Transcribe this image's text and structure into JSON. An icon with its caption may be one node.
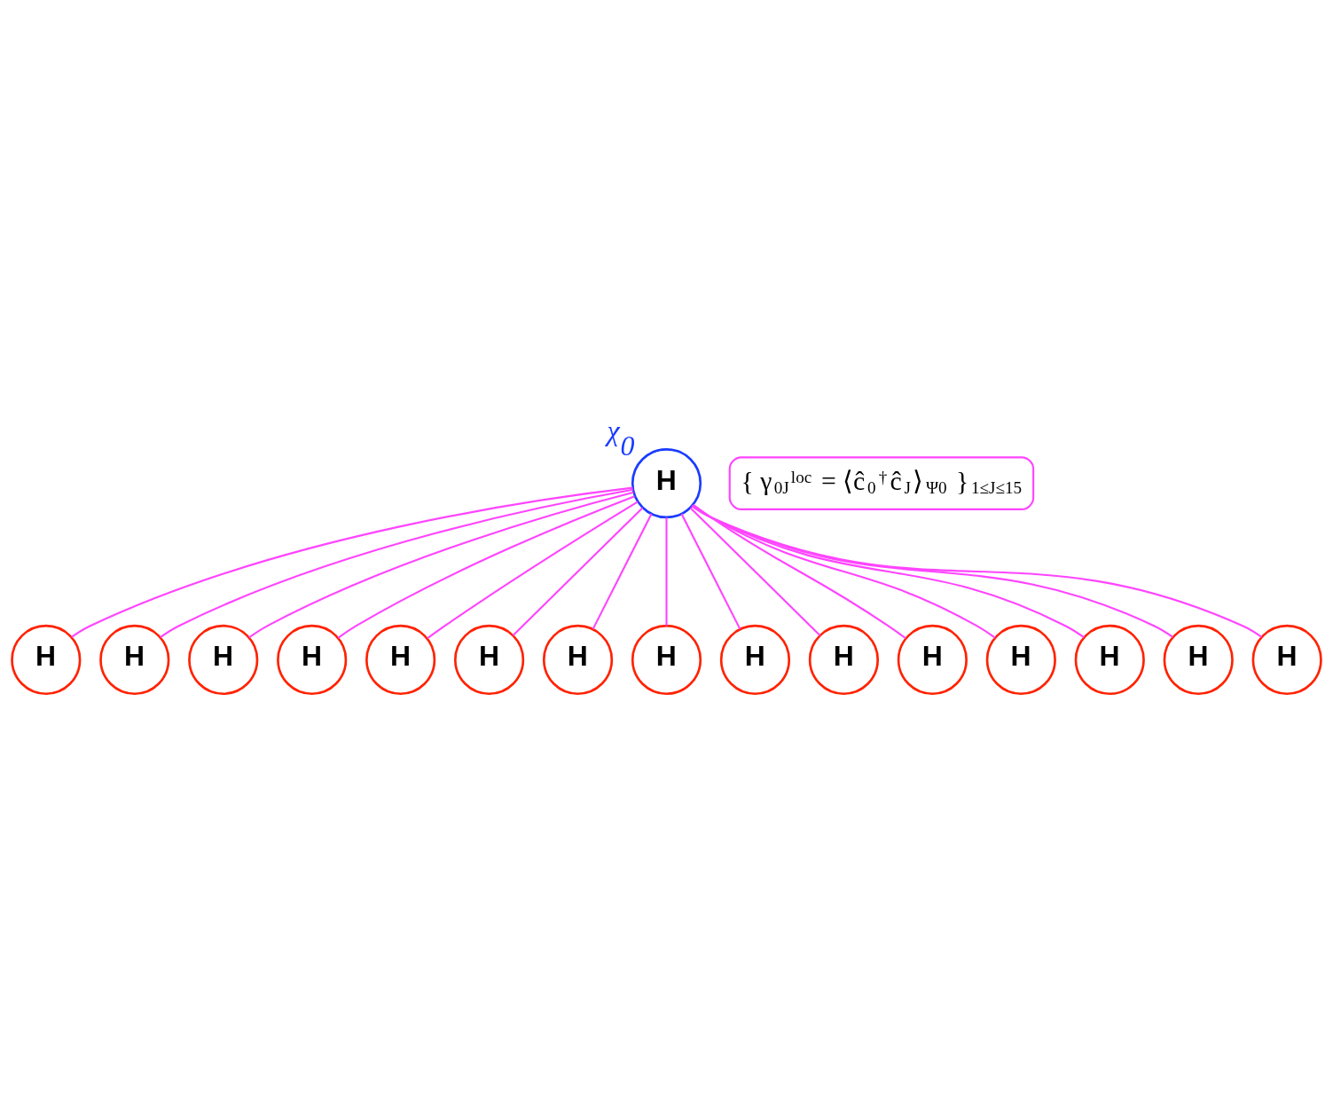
{
  "diagram": {
    "nodes": [
      {
        "text": [
          "H"
        ],
        "beside": [
          "χ$_{0}$"
        ]
      },
      {
        "text": [
          "H"
        ]
      },
      {
        "text": [
          "H"
        ]
      },
      {
        "text": [
          "H"
        ]
      },
      {
        "text": [
          "H"
        ]
      },
      {
        "text": [
          "H"
        ]
      },
      {
        "text": [
          "H"
        ]
      },
      {
        "text": [
          "H"
        ]
      },
      {
        "text": [
          "H"
        ]
      },
      {
        "text": [
          "H"
        ]
      },
      {
        "text": [
          "H"
        ]
      },
      {
        "text": [
          "H"
        ]
      },
      {
        "text": [
          "H"
        ]
      },
      {
        "text": [
          "H"
        ]
      },
      {
        "text": [
          "H"
        ]
      },
      {
        "text": [
          "H"
        ]
      }
    ],
    "edges": [
      {
        "from": 0,
        "to": 1,
        "arrow": "none"
      },
      {
        "from": 0,
        "to": 2,
        "arrow": "none"
      },
      {
        "from": 0,
        "to": 3,
        "arrow": "none"
      },
      {
        "from": 0,
        "to": 4,
        "arrow": "none"
      },
      {
        "from": 0,
        "to": 5,
        "arrow": "none"
      },
      {
        "from": 0,
        "to": 6,
        "arrow": "none"
      },
      {
        "from": 0,
        "to": 7,
        "arrow": "none"
      },
      {
        "from": 0,
        "to": 8,
        "arrow": "none"
      },
      {
        "from": 0,
        "to": 9,
        "arrow": "none"
      },
      {
        "from": 0,
        "to": 10,
        "arrow": "none"
      },
      {
        "from": 0,
        "to": 11,
        "arrow": "none"
      },
      {
        "from": 0,
        "to": 12,
        "arrow": "none"
      },
      {
        "from": 0,
        "to": 13,
        "arrow": "none"
      },
      {
        "from": 0,
        "to": 14,
        "arrow": "none"
      },
      {
        "from": 0,
        "to": 15,
        "arrow": "none"
      }
    ],
    "labels": [
      "{ γ$_{0J}$$^{loc}$ = ⟨ĉ$_{0}$$^{†}$ĉ$_{J}$⟩$_{Ψ0}$ }$_{1≤J≤15}$"
    ]
  }
}
